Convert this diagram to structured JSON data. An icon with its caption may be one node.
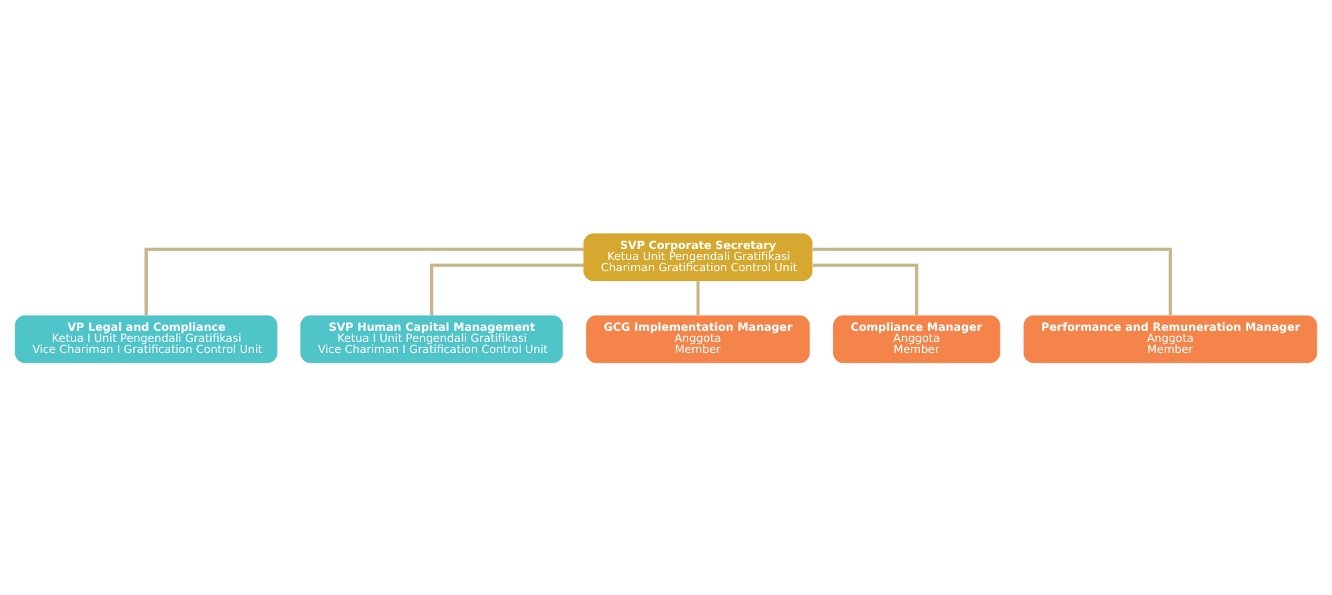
{
  "diagram": {
    "nodes": [
      {
        "text": [
          "SVP Corporate Secretary",
          "Ketua Unit Pengendali Gratifikasi",
          "Chariman Gratification Control Unit"
        ]
      },
      {
        "text": [
          "VP Legal and Compliance",
          "Ketua I Unit Pengendali Gratifikasi",
          "Vice Chariman I Gratification Control Unit"
        ]
      },
      {
        "text": [
          "SVP Human Capital Management",
          "Ketua I Unit Pengendali Gratifikasi",
          "Vice Chariman I Gratification Control Unit"
        ]
      },
      {
        "text": [
          "GCG Implementation Manager",
          "Anggota",
          "Member"
        ]
      },
      {
        "text": [
          "Compliance Manager",
          "Anggota",
          "Member"
        ]
      },
      {
        "text": [
          "Performance and Remuneration Manager",
          "Anggota",
          "Member"
        ]
      }
    ],
    "edges": [
      {
        "from": 0,
        "to": 1,
        "arrow": "none"
      },
      {
        "from": 0,
        "to": 2,
        "arrow": "none"
      },
      {
        "from": 0,
        "to": 3,
        "arrow": "none"
      },
      {
        "from": 0,
        "to": 4,
        "arrow": "none"
      },
      {
        "from": 0,
        "to": 5,
        "arrow": "none"
      }
    ]
  }
}
